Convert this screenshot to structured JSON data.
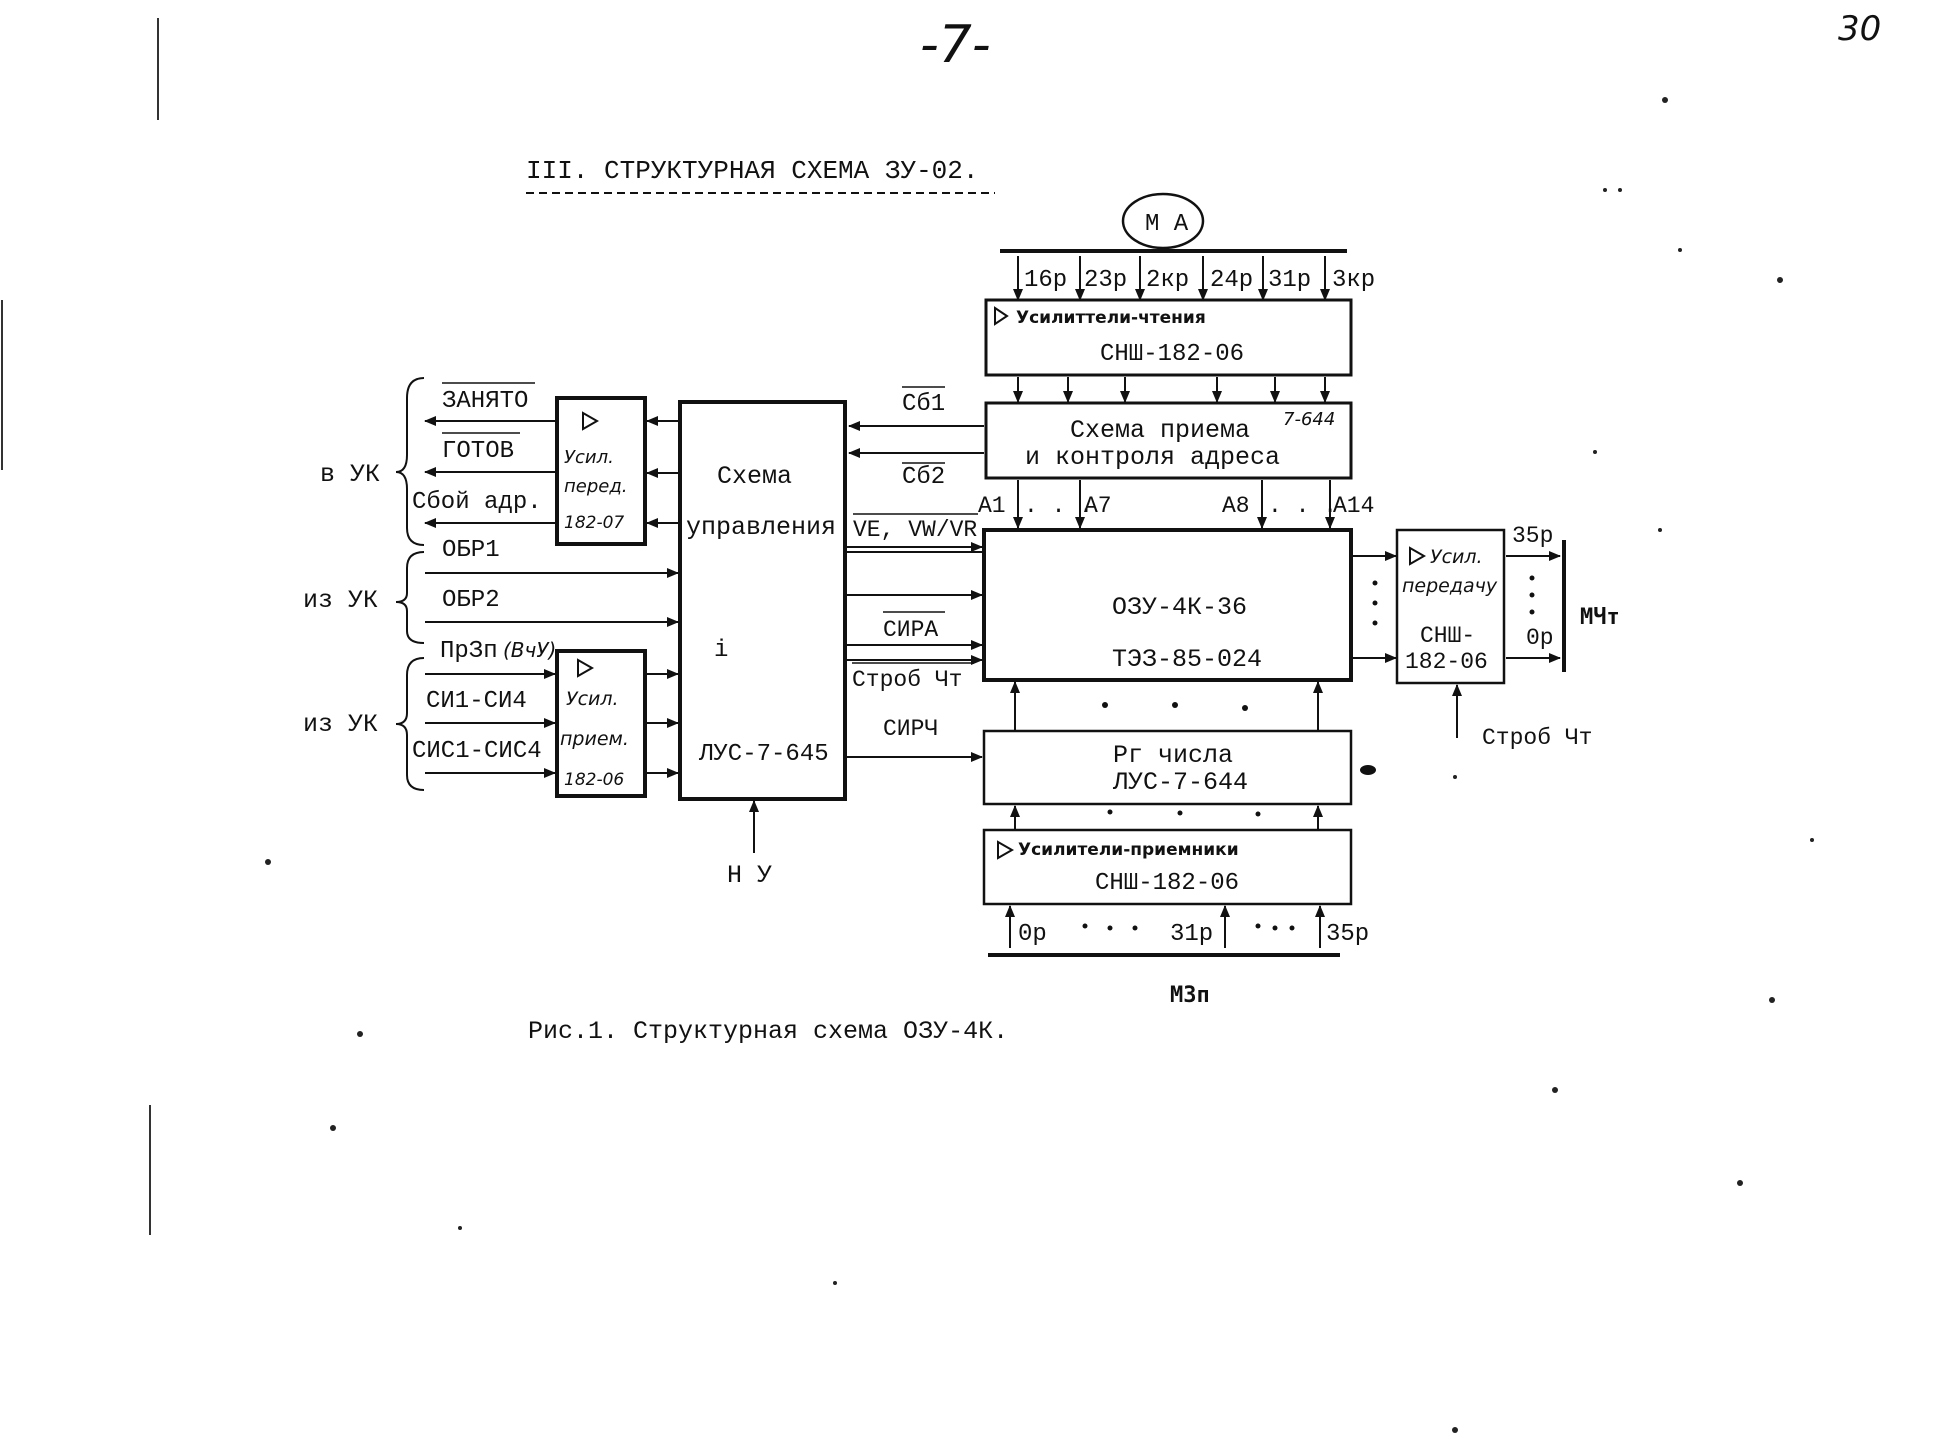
{
  "page_number": "-7-",
  "corner_mark": "30",
  "heading": "III. СТРУКТУРНАЯ СХЕМА ЗУ-02.",
  "caption": "Рис.1. Структурная схема ОЗУ-4К.",
  "ma_bus": {
    "label": "М А",
    "taps": [
      "16р",
      "23р",
      "2кр",
      "24р",
      "31р",
      "3кр"
    ]
  },
  "read_amps": {
    "title": "Усилиттели-чтения",
    "part": "СНШ-182-06"
  },
  "addr_block": {
    "line1": "Схема приема",
    "line2": "и контроля адреса",
    "note": "7-644"
  },
  "addr_labels": {
    "a1": "А1",
    "dots1": ". . .",
    "a7": "А7",
    "a8": "А8",
    "dots2": ". . .",
    "a14": "А14"
  },
  "memory": {
    "line1": "ОЗУ-4К-36",
    "line2": "ТЭЗ-85-024"
  },
  "register": {
    "line1": "Рг числа",
    "line2": "ЛУС-7-644"
  },
  "recv_amps": {
    "title": "Усилители-приемники",
    "part": "СНШ-182-06"
  },
  "mzp_bus": {
    "label": "МЗп",
    "taps": [
      "0р",
      "31р",
      "35р"
    ]
  },
  "out_amp": {
    "line1": "Усил.",
    "line2": "передачу",
    "line3": "СНШ-",
    "line4": "182-06"
  },
  "out_bus": {
    "label": "МЧт",
    "top": "35р",
    "bottom": "0р",
    "strobe": "Строб Чт"
  },
  "control": {
    "line1": "Схема",
    "line2": "управления",
    "mark": "i",
    "part": "ЛУС-7-645",
    "nu": "Н У"
  },
  "tx_amp": {
    "line1": "Усил.",
    "line2": "перед.",
    "line3": "182-07"
  },
  "rx_amp": {
    "line1": "Усил.",
    "line2": "прием.",
    "line3": "182-06"
  },
  "left_groups": {
    "to_uk": "в УК",
    "from_uk_1": "из УК",
    "from_uk_2": "из УК"
  },
  "signals_out": [
    "ЗАНЯТО",
    "ГОТОВ",
    "Сбой адр."
  ],
  "signals_in_direct": [
    "ОБР1",
    "ОБР2"
  ],
  "signals_in_amp": [
    "ПрЗп",
    "СИ1-СИ4",
    "СИС1-СИС4"
  ],
  "signal_vch": "(ВчУ)",
  "ctrl_signals": {
    "sb1": "Сб1",
    "sb2": "Сб2",
    "ve": "VE, VW/VR",
    "sira": "СИРА",
    "strob": "Строб Чт",
    "sirch": "СИРЧ"
  }
}
